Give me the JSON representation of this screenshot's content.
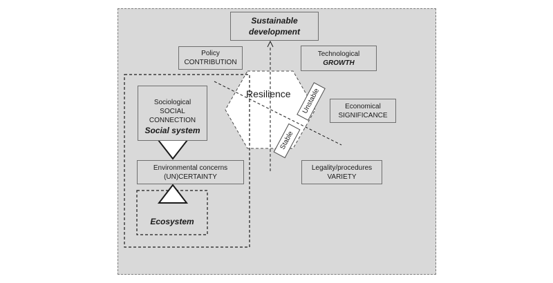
{
  "top": {
    "line1": "Sustainable",
    "line2": "development"
  },
  "policy": {
    "line1": "Policy",
    "line2": "CONTRIBUTION"
  },
  "technological": {
    "line1": "Technological",
    "line2": "GROWTH"
  },
  "sociological": {
    "line1": "Sociological",
    "line2": "SOCIAL",
    "line3": "CONNECTION",
    "system": "Social system"
  },
  "environmental": {
    "line1": "Environmental concerns",
    "line2": "(UN)CERTAINTY"
  },
  "ecosystem": "Ecosystem",
  "economical": {
    "line1": "Economical",
    "line2": "SIGNIFICANCE"
  },
  "legality": {
    "line1": "Legality/procedures",
    "line2": "VARIETY"
  },
  "resilience": "Resilience",
  "unstable": "Unstable",
  "stable": "Stable",
  "colors": {
    "panel": "#d9d9d9",
    "hexagon": "#ffffff",
    "line": "#1a1a1a"
  }
}
